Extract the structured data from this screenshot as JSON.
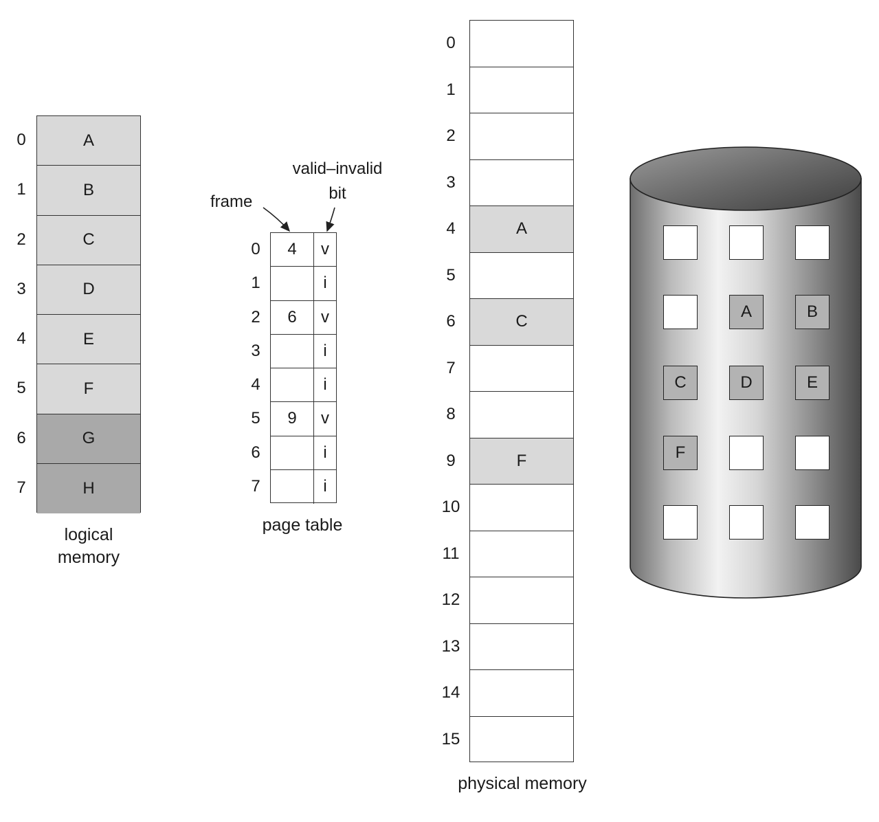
{
  "logical_memory": {
    "caption": "logical\nmemory",
    "pages": [
      {
        "index": "0",
        "label": "A"
      },
      {
        "index": "1",
        "label": "B"
      },
      {
        "index": "2",
        "label": "C"
      },
      {
        "index": "3",
        "label": "D"
      },
      {
        "index": "4",
        "label": "E"
      },
      {
        "index": "5",
        "label": "F"
      },
      {
        "index": "6",
        "label": "G"
      },
      {
        "index": "7",
        "label": "H"
      }
    ]
  },
  "page_table": {
    "caption": "page table",
    "frame_label": "frame",
    "bit_label_line1": "valid–invalid",
    "bit_label_line2": "bit",
    "entries": [
      {
        "index": "0",
        "frame": "4",
        "bit": "v"
      },
      {
        "index": "1",
        "frame": "",
        "bit": "i"
      },
      {
        "index": "2",
        "frame": "6",
        "bit": "v"
      },
      {
        "index": "3",
        "frame": "",
        "bit": "i"
      },
      {
        "index": "4",
        "frame": "",
        "bit": "i"
      },
      {
        "index": "5",
        "frame": "9",
        "bit": "v"
      },
      {
        "index": "6",
        "frame": "",
        "bit": "i"
      },
      {
        "index": "7",
        "frame": "",
        "bit": "i"
      }
    ]
  },
  "physical_memory": {
    "caption": "physical memory",
    "frames": [
      {
        "index": "0",
        "label": ""
      },
      {
        "index": "1",
        "label": ""
      },
      {
        "index": "2",
        "label": ""
      },
      {
        "index": "3",
        "label": ""
      },
      {
        "index": "4",
        "label": "A"
      },
      {
        "index": "5",
        "label": ""
      },
      {
        "index": "6",
        "label": "C"
      },
      {
        "index": "7",
        "label": ""
      },
      {
        "index": "8",
        "label": ""
      },
      {
        "index": "9",
        "label": "F"
      },
      {
        "index": "10",
        "label": ""
      },
      {
        "index": "11",
        "label": ""
      },
      {
        "index": "12",
        "label": ""
      },
      {
        "index": "13",
        "label": ""
      },
      {
        "index": "14",
        "label": ""
      },
      {
        "index": "15",
        "label": ""
      }
    ]
  },
  "disk": {
    "blocks": [
      "",
      "",
      "",
      "",
      "A",
      "B",
      "C",
      "D",
      "E",
      "F",
      "",
      "",
      "",
      "",
      ""
    ]
  },
  "colors": {
    "page_light": "#d9d9d9",
    "page_dark": "#a9a9a9",
    "disk_block_filled": "#b3b3b3"
  }
}
